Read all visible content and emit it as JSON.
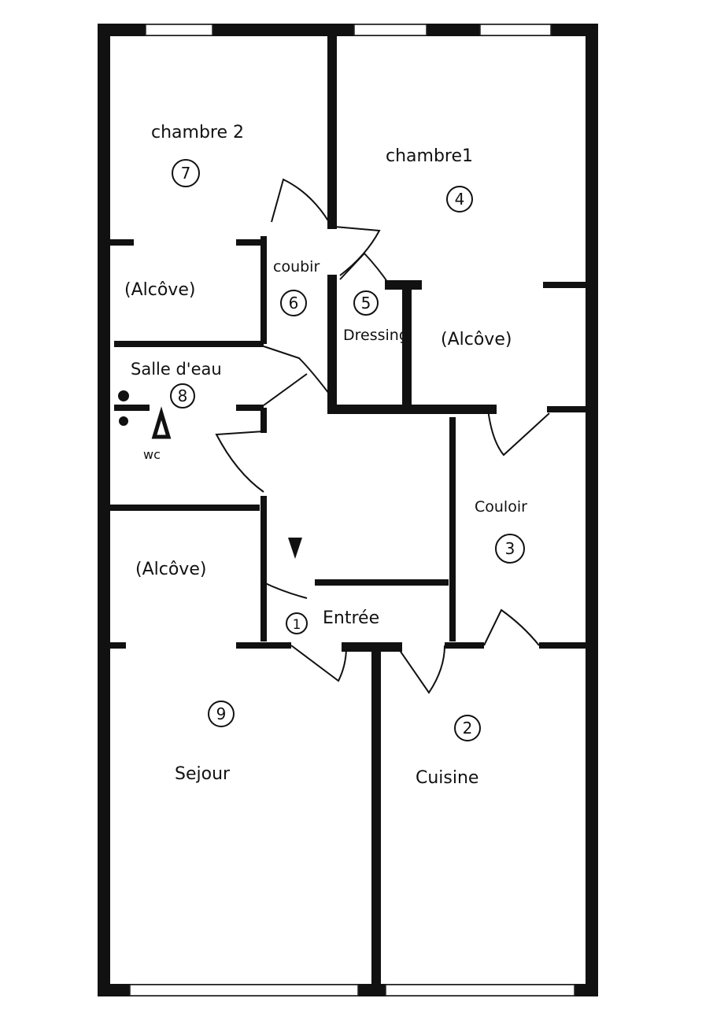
{
  "rooms": [
    {
      "name": "chambre 2",
      "number": "7"
    },
    {
      "name": "chambre1",
      "number": "4"
    },
    {
      "name": "coubir",
      "number": "6"
    },
    {
      "name": "Dressing",
      "number": "5"
    },
    {
      "name": "Salle d'eau",
      "number": "8"
    },
    {
      "name": "Couloir",
      "number": "3"
    },
    {
      "name": "Entrée",
      "number": "1"
    },
    {
      "name": "Sejour",
      "number": "9"
    },
    {
      "name": "Cuisine",
      "number": "2"
    }
  ],
  "alcoves": [
    "(Alcôve)",
    "(Alcôve)",
    "(Alcôve)"
  ],
  "wc_label": "wc"
}
